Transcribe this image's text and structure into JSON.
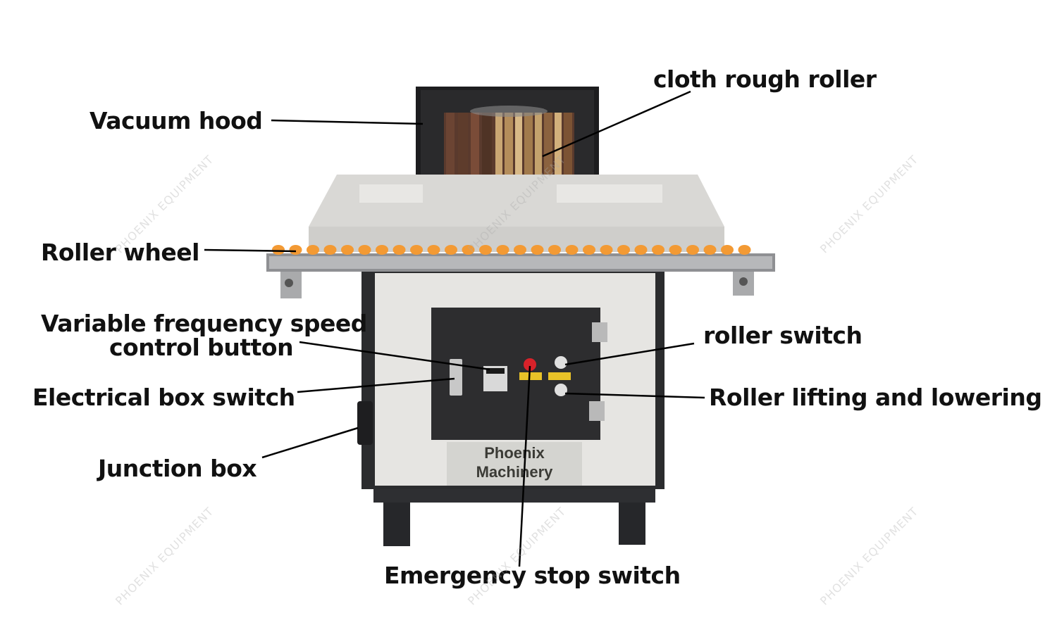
{
  "labels": {
    "vacuum_hood": "Vacuum hood",
    "cloth_rough_roller": "cloth rough roller",
    "roller_wheel": "Roller wheel",
    "vfd_line1": "Variable frequency speed",
    "vfd_line2": "control button",
    "roller_switch": "roller switch",
    "electrical_box_switch": "Electrical box switch",
    "roller_lifting": "Roller lifting and lowering",
    "junction_box": "Junction box",
    "emergency_stop": "Emergency stop switch"
  },
  "machine": {
    "brand_line1": "Phoenix",
    "brand_line2": "Machinery"
  },
  "watermark": "PHOENIX EQUIPMENT",
  "colors": {
    "body": "#e4e3e0",
    "table_top": "#d6d5d2",
    "frame": "#2a2b2d",
    "panel": "#2f2f31",
    "roller": "#f39a34",
    "leader_line": "#000000"
  }
}
